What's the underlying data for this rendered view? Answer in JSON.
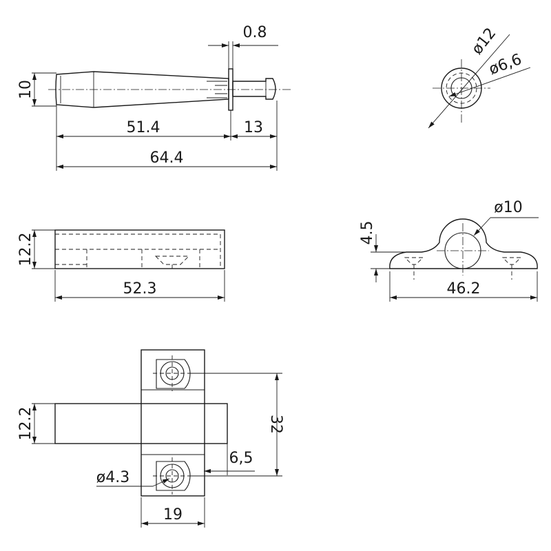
{
  "colors": {
    "line": "#1a1a1a",
    "background": "#ffffff"
  },
  "side_view": {
    "dim_height": "10",
    "dim_flange": "0.8",
    "dim_body": "51.4",
    "dim_tip": "13",
    "dim_total": "64.4"
  },
  "end_view": {
    "dim_outer_diameter": "ø12",
    "dim_inner_diameter": "ø6,6"
  },
  "holder_side": {
    "dim_height": "12.2",
    "dim_length": "52.3"
  },
  "holder_front": {
    "dim_tube_diameter": "ø10",
    "dim_base_height": "4.5",
    "dim_width": "46.2"
  },
  "mount_plan": {
    "dim_height": "12.2",
    "dim_hole_spacing": "32",
    "dim_offset": "6,5",
    "dim_hole_diameter": "ø4.3",
    "dim_width": "19"
  }
}
